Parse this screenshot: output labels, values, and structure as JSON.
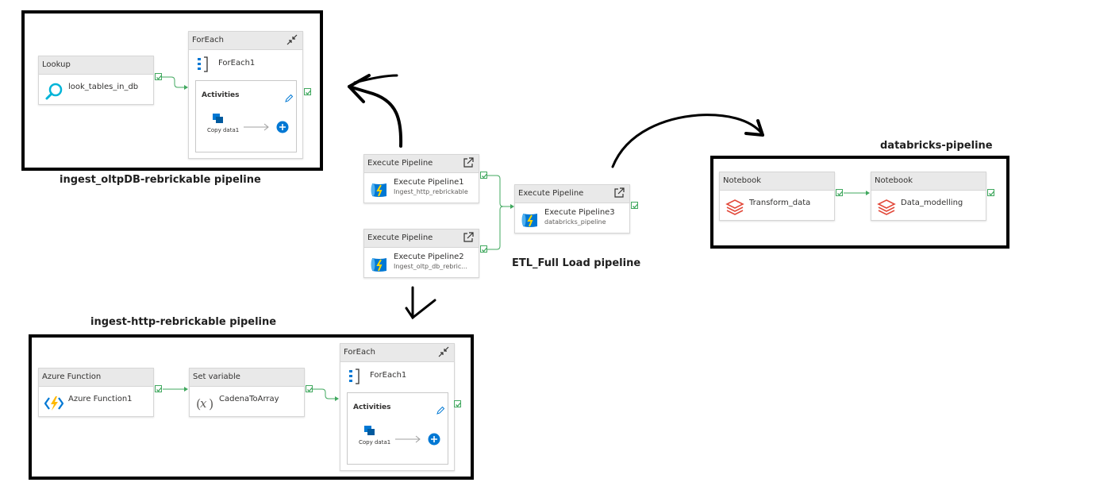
{
  "frames": {
    "top_left_label": "ingest_oltpDB-rebrickable   pipeline",
    "bottom_left_label": "ingest-http-rebrickable    pipeline",
    "right_label": "databricks-pipeline",
    "center_label": "ETL_Full Load   pipeline"
  },
  "oltp": {
    "lookup": {
      "type": "Lookup",
      "name": "look_tables_in_db",
      "icon": "search-icon"
    },
    "foreach": {
      "type": "ForEach",
      "name": "ForEach1",
      "activities_title": "Activities",
      "copy_label": "Copy data1"
    }
  },
  "etl": {
    "exec1": {
      "type": "Execute Pipeline",
      "name": "Execute Pipeline1",
      "sub": "Ingest_http_rebrickable"
    },
    "exec2": {
      "type": "Execute Pipeline",
      "name": "Execute Pipeline2",
      "sub": "Ingest_oltp_db_rebric..."
    },
    "exec3": {
      "type": "Execute Pipeline",
      "name": "Execute Pipeline3",
      "sub": "databricks_pipeline"
    }
  },
  "databricks": {
    "nb1": {
      "type": "Notebook",
      "name": "Transform_data"
    },
    "nb2": {
      "type": "Notebook",
      "name": "Data_modelling"
    }
  },
  "http": {
    "func": {
      "type": "Azure Function",
      "name": "Azure Function1"
    },
    "setvar": {
      "type": "Set variable",
      "name": "CadenaToArray"
    },
    "foreach": {
      "type": "ForEach",
      "name": "ForEach1",
      "activities_title": "Activities",
      "copy_label": "Copy data1"
    }
  },
  "colors": {
    "success": "#41a85f",
    "accent": "#0078d4",
    "databricks": "#e2493a",
    "frame": "#000000"
  }
}
